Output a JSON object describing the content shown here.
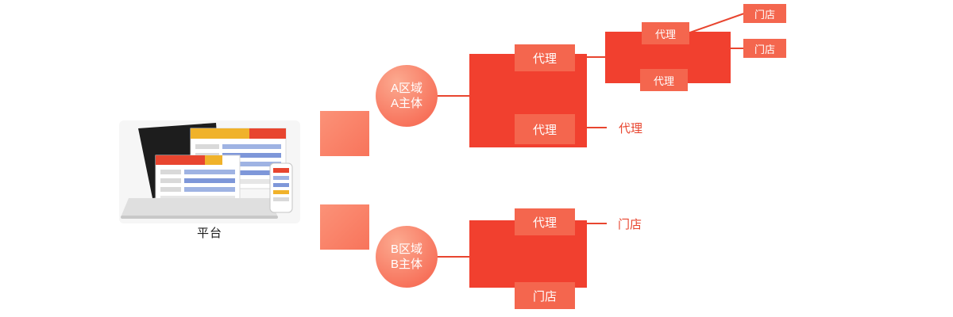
{
  "diagram": {
    "platform": {
      "label": "平台"
    },
    "tree_a": {
      "region": {
        "line1": "A区域",
        "line2": "A主体"
      },
      "agents_l1": {
        "top": "代理",
        "bottom": "代理"
      },
      "agents_l2": {
        "top": "代理",
        "bottom": "代理",
        "side": "代理"
      },
      "stores": {
        "top": "门店",
        "bottom": "门店"
      }
    },
    "tree_b": {
      "region": {
        "line1": "B区域",
        "line2": "B主体"
      },
      "agent": "代理",
      "store_bottom": "门店",
      "store_side": "门店"
    },
    "colors": {
      "coral": "#F8745B",
      "block_red": "#F1402F",
      "node_red": "#F4664E",
      "label_red": "#E8452F"
    }
  }
}
